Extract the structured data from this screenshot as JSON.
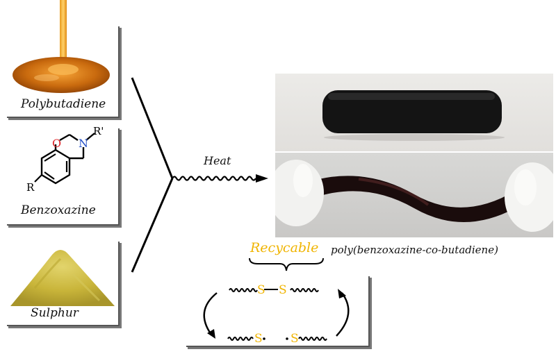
{
  "inputs": {
    "polybutadiene": "Polybutadiene",
    "benzoxazine": "Benzoxazine",
    "sulphur": "Sulphur"
  },
  "benzoxazine_structure": {
    "atom_o": "O",
    "atom_n": "N",
    "sub_r_prime": "R'",
    "sub_r": "R"
  },
  "reaction": {
    "condition": "Heat"
  },
  "product": {
    "name": "poly(benzoxazine-co-butadiene)",
    "property": "Recycable"
  },
  "disulfide_cycle": {
    "bonded_left": "S",
    "bonded_right": "S",
    "radical_left": "S",
    "radical_right": "S"
  },
  "colors": {
    "sulfur": "#f0b400",
    "oxygen": "#e0252a",
    "nitrogen": "#2450c8"
  }
}
